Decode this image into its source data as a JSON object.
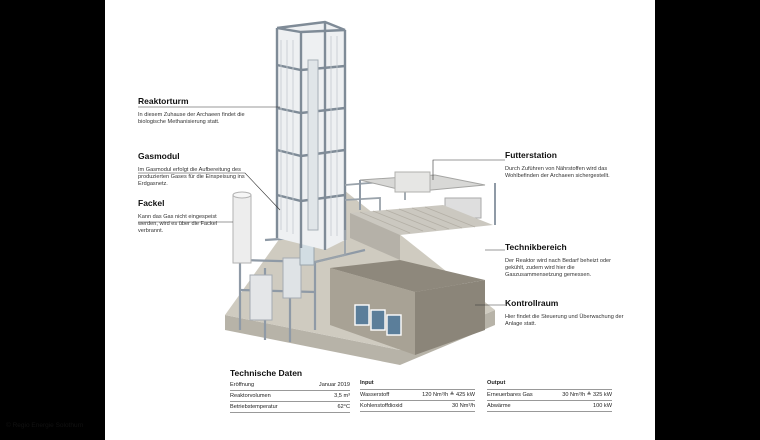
{
  "callouts": {
    "reaktorturm": {
      "title": "Reaktorturm",
      "text": "In diesem Zuhause der Archaeen findet die biologische Methanisierung statt."
    },
    "gasmodul": {
      "title": "Gasmodul",
      "text": "Im Gasmodul erfolgt die Aufbereitung des produzierten Gases für die Einspeisung ins Erdgasnetz."
    },
    "fackel": {
      "title": "Fackel",
      "text": "Kann das Gas nicht eingespeist werden, wird es über die Fackel verbrannt."
    },
    "futterstation": {
      "title": "Futterstation",
      "text": "Durch Zuführen von Nährstoffen wird das Wohlbefinden der Archaeen sichergestellt."
    },
    "technikbereich": {
      "title": "Technikbereich",
      "text": "Der Reaktor wird nach Bedarf beheizt oder gekühlt, zudem wird hier die Gaszusammensetzung gemessen."
    },
    "kontrollraum": {
      "title": "Kontrollraum",
      "text": "Hier findet die Steuerung und Überwachung der Anlage statt."
    }
  },
  "technische_daten": {
    "title": "Technische Daten",
    "general": [
      {
        "label": "Eröffnung",
        "value": "Januar 2019"
      },
      {
        "label": "Reaktorvolumen",
        "value": "3,5 m³"
      },
      {
        "label": "Betriebstemperatur",
        "value": "62°C"
      }
    ],
    "input": {
      "header": "Input",
      "rows": [
        {
          "label": "Wasserstoff",
          "value": "120 Nm³/h ≙ 425 kW"
        },
        {
          "label": "Kohlenstoffdioxid",
          "value": "30 Nm³/h"
        }
      ]
    },
    "output": {
      "header": "Output",
      "rows": [
        {
          "label": "Erneuerbares Gas",
          "value": "30 Nm³/h ≙ 325 kW"
        },
        {
          "label": "Abwärme",
          "value": "100 kW"
        }
      ]
    }
  },
  "copyright": "© Regio Energie Solothurn"
}
